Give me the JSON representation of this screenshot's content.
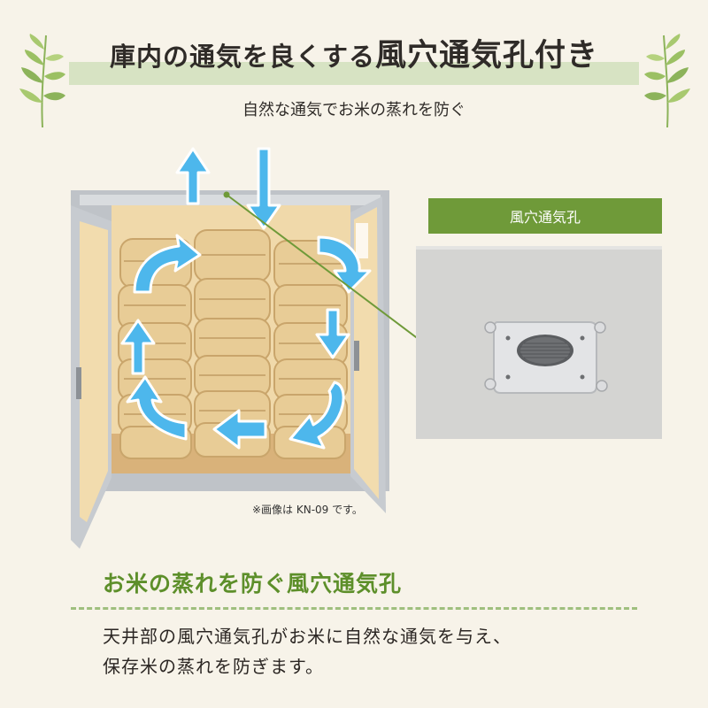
{
  "header": {
    "headline_main": "庫内の通気を良くする",
    "headline_emphasis": "風穴通気孔付き",
    "subtitle": "自然な通気でお米の蒸れを防ぐ"
  },
  "main_image": {
    "caption": "※画像は KN-09 です。"
  },
  "detail": {
    "label": "風穴通気孔"
  },
  "section": {
    "title": "お米の蒸れを防ぐ風穴通気孔",
    "body_line1": "天井部の風穴通気孔がお米に自然な通気を与え、",
    "body_line2": "保存米の蒸れを防ぎます。"
  },
  "colors": {
    "accent_green": "#6f9a39",
    "band_green": "#d7e3c3",
    "arrow_blue": "#4db7ec",
    "background": "#f7f3e9"
  }
}
